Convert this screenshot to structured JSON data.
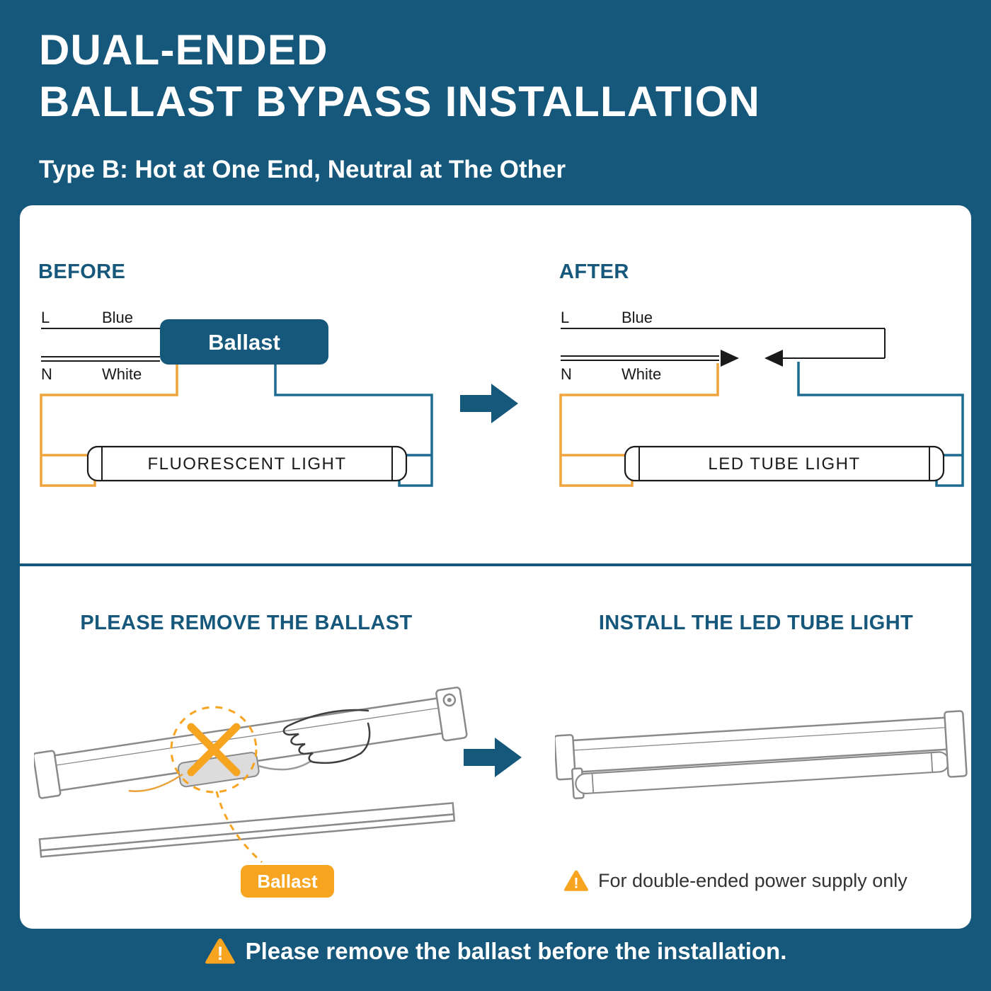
{
  "header": {
    "title_line1": "DUAL-ENDED",
    "title_line2": "BALLAST BYPASS INSTALLATION",
    "subtitle": "Type B: Hot at One End, Neutral at The Other"
  },
  "wiring": {
    "before": {
      "heading": "BEFORE",
      "live_label": "L",
      "live_wire_name": "Blue",
      "neutral_label": "N",
      "neutral_wire_name": "White",
      "ballast_label": "Ballast",
      "light_label": "FLUORESCENT LIGHT"
    },
    "after": {
      "heading": "AFTER",
      "live_label": "L",
      "live_wire_name": "Blue",
      "neutral_label": "N",
      "neutral_wire_name": "White",
      "light_label": "LED TUBE LIGHT"
    }
  },
  "steps": {
    "remove": {
      "heading": "PLEASE REMOVE THE BALLAST",
      "ballast_tag": "Ballast"
    },
    "install": {
      "heading": "INSTALL THE LED TUBE LIGHT",
      "note": "For double-ended power supply only"
    }
  },
  "footer": {
    "note": "Please remove the ballast before the installation."
  },
  "icons": {
    "exclamation": "!"
  },
  "colors": {
    "background": "#15587B",
    "panel": "#FFFFFF",
    "heading_blue": "#15587B",
    "accent_orange": "#F7A421",
    "wire_orange": "#EFA43C",
    "wire_teal": "#1D6B90",
    "wire_black": "#1A1A1A"
  }
}
